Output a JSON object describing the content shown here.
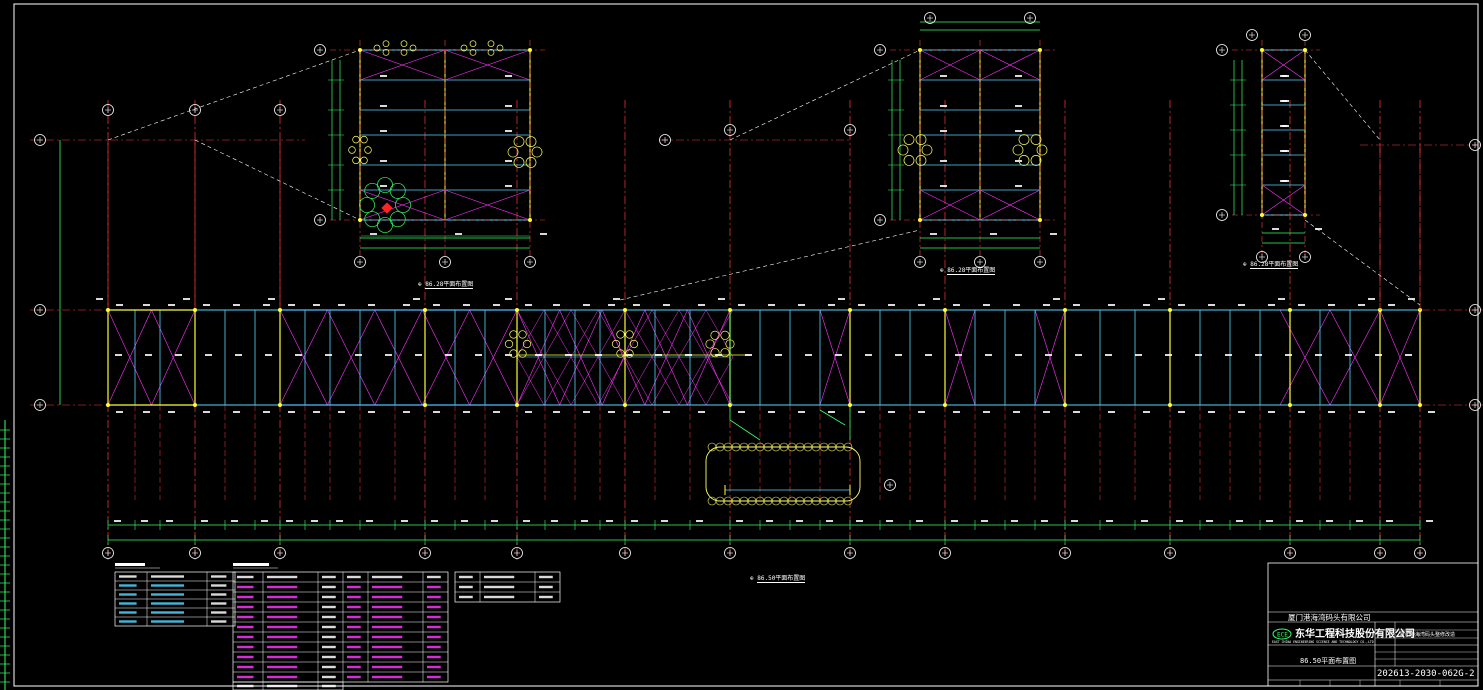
{
  "drawing": {
    "plan_titles": [
      {
        "symbol": "⊕",
        "text": "86.28平面布置图"
      },
      {
        "symbol": "⊕",
        "text": "86.28平面布置图"
      },
      {
        "symbol": "⊕",
        "text": "86.28平面布置图"
      },
      {
        "symbol": "⊕",
        "text": "86.50平面布置图"
      }
    ],
    "colors": {
      "background": "#000000",
      "axis": "#ff3b3b",
      "column": "#ffff33",
      "beam": "#4fd7ff",
      "beam_dark": "#3a5cff",
      "brace": "#ff33ff",
      "dim": "#33ff66",
      "cloud": "#ffff66",
      "text": "#ffffff"
    }
  },
  "title_block": {
    "client": "厦门港海湾码头有限公司",
    "company": "东华工程科技股份有限公司",
    "company_en": "EAST CHINA ENGINEERING SCIENCE AND TECHNOLOGY CO.,LTD",
    "project": "厦门港海湾码头整修改造",
    "sheet_title": "86.50平面布置图",
    "drawing_no": "202613-2030-062G-2"
  },
  "tables": {
    "legend_title": "构件名称表",
    "member_title": "构件材料表"
  }
}
